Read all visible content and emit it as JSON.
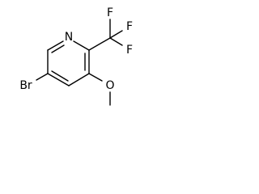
{
  "molecule": {
    "atoms": {
      "nitrogen": "N",
      "bromine": "Br",
      "oxygen": "O",
      "fluorine_top": "F",
      "fluorine_upper_right": "F",
      "fluorine_lower_right": "F"
    },
    "colors": {
      "bonds": "#000000",
      "labels": "#000000",
      "background": "#ffffff"
    }
  }
}
